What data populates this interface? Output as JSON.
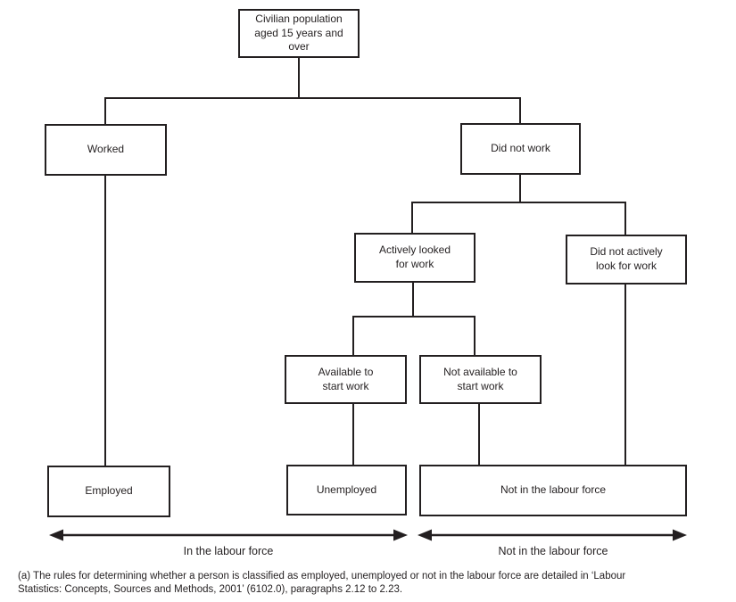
{
  "diagram": {
    "nodes": {
      "civilian_population": {
        "label": "Civilian population\naged 15 years and\nover"
      },
      "worked": {
        "label": "Worked"
      },
      "did_not_work": {
        "label": "Did not work"
      },
      "actively_looked_for_work": {
        "label": "Actively looked\nfor work"
      },
      "did_not_actively_look_for_work": {
        "label": "Did not actively\nlook for work"
      },
      "available_to_start_work": {
        "label": "Available to\nstart work"
      },
      "not_available_to_start_work": {
        "label": "Not available to\nstart work"
      },
      "employed": {
        "label": "Employed"
      },
      "unemployed": {
        "label": "Unemployed"
      },
      "not_in_the_labour_force": {
        "label": "Not in the labour force"
      }
    },
    "span_arrows": {
      "in_labour_force_label": "In the labour force",
      "not_in_labour_force_label": "Not in the labour force"
    },
    "footnote": "(a) The rules for determining whether a person is classified as employed, unemployed or not in the labour force are detailed in ‘Labour\nStatistics: Concepts, Sources and Methods, 2001’ (6102.0), paragraphs 2.12 to 2.23.",
    "colors": {
      "line": "#231f20",
      "text": "#231f20",
      "background": "#ffffff"
    }
  }
}
